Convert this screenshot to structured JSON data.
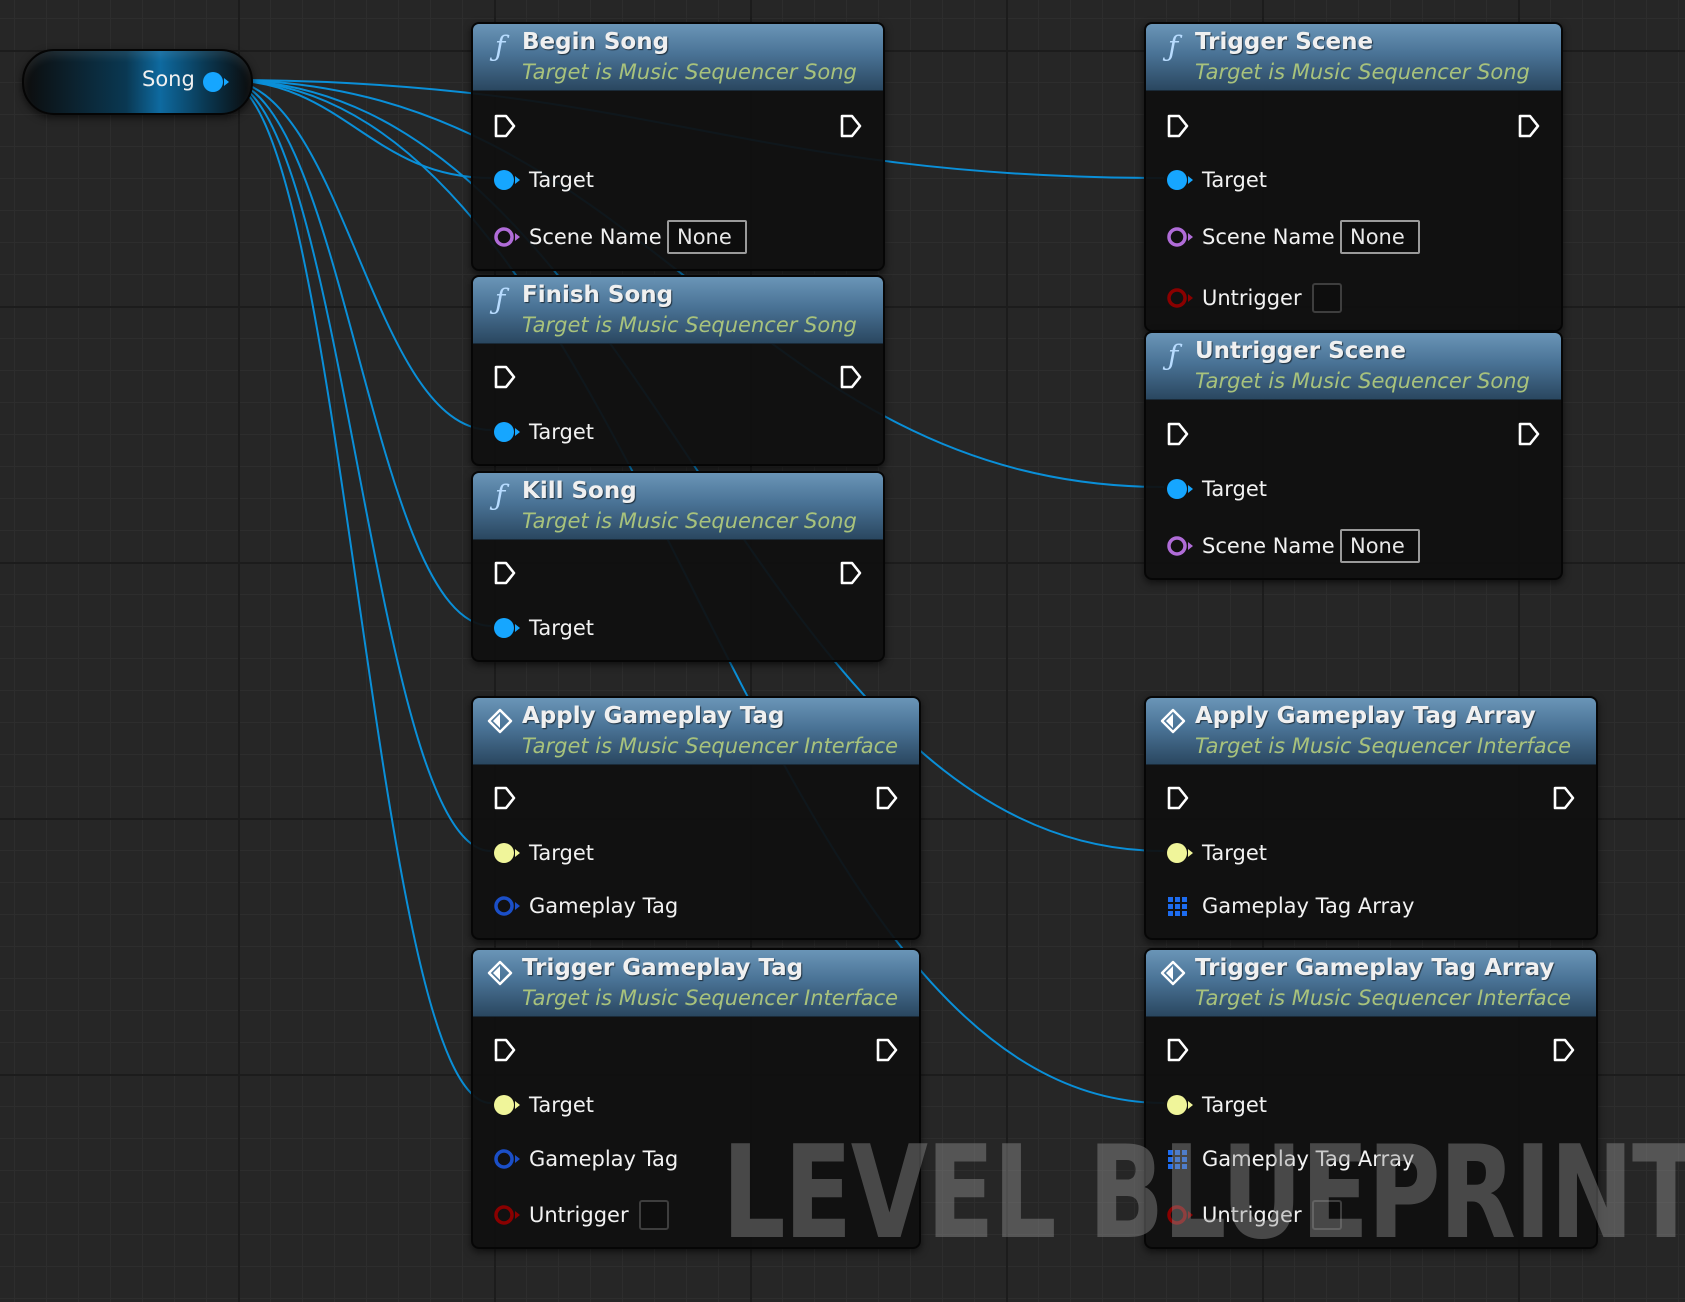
{
  "graph": {
    "variable_node": {
      "label": "Song",
      "pin_color": "#16a6ff"
    },
    "watermark": "LEVEL BLUEPRINT",
    "colors": {
      "object_pin": "#16a6ff",
      "interface_pin": "#f0f59a",
      "name_pin": "#b06cd8",
      "struct_pin": "#1b4fc8",
      "bool_pin": "#8a0000",
      "wire": "#0a8fd8",
      "header": "#4a7396",
      "subtitle": "#a8c27c"
    },
    "nodes": [
      {
        "id": "begin-song",
        "icon": "function-icon",
        "title": "Begin Song",
        "subtitle": "Target is Music Sequencer Song",
        "pins": [
          {
            "label": "Target",
            "type": "object"
          },
          {
            "label": "Scene Name",
            "type": "name",
            "value": "None"
          }
        ]
      },
      {
        "id": "finish-song",
        "icon": "function-icon",
        "title": "Finish Song",
        "subtitle": "Target is Music Sequencer Song",
        "pins": [
          {
            "label": "Target",
            "type": "object"
          }
        ]
      },
      {
        "id": "kill-song",
        "icon": "function-icon",
        "title": "Kill Song",
        "subtitle": "Target is Music Sequencer Song",
        "pins": [
          {
            "label": "Target",
            "type": "object"
          }
        ]
      },
      {
        "id": "apply-gameplay-tag",
        "icon": "interface-icon",
        "title": "Apply Gameplay Tag",
        "subtitle": "Target is Music Sequencer Interface",
        "pins": [
          {
            "label": "Target",
            "type": "interface"
          },
          {
            "label": "Gameplay Tag",
            "type": "struct"
          }
        ]
      },
      {
        "id": "trigger-gameplay-tag",
        "icon": "interface-icon",
        "title": "Trigger Gameplay Tag",
        "subtitle": "Target is Music Sequencer Interface",
        "pins": [
          {
            "label": "Target",
            "type": "interface"
          },
          {
            "label": "Gameplay Tag",
            "type": "struct"
          },
          {
            "label": "Untrigger",
            "type": "bool",
            "value": false
          }
        ]
      },
      {
        "id": "trigger-scene",
        "icon": "function-icon",
        "title": "Trigger Scene",
        "subtitle": "Target is Music Sequencer Song",
        "pins": [
          {
            "label": "Target",
            "type": "object"
          },
          {
            "label": "Scene Name",
            "type": "name",
            "value": "None"
          },
          {
            "label": "Untrigger",
            "type": "bool",
            "value": false
          }
        ]
      },
      {
        "id": "untrigger-scene",
        "icon": "function-icon",
        "title": "Untrigger Scene",
        "subtitle": "Target is Music Sequencer Song",
        "pins": [
          {
            "label": "Target",
            "type": "object"
          },
          {
            "label": "Scene Name",
            "type": "name",
            "value": "None"
          }
        ]
      },
      {
        "id": "apply-gameplay-tag-array",
        "icon": "interface-icon",
        "title": "Apply Gameplay Tag Array",
        "subtitle": "Target is Music Sequencer Interface",
        "pins": [
          {
            "label": "Target",
            "type": "interface"
          },
          {
            "label": "Gameplay Tag Array",
            "type": "array"
          }
        ]
      },
      {
        "id": "trigger-gameplay-tag-array",
        "icon": "interface-icon",
        "title": "Trigger Gameplay Tag Array",
        "subtitle": "Target is Music Sequencer Interface",
        "pins": [
          {
            "label": "Target",
            "type": "interface"
          },
          {
            "label": "Gameplay Tag Array",
            "type": "array"
          },
          {
            "label": "Untrigger",
            "type": "bool",
            "value": false
          }
        ]
      }
    ]
  }
}
